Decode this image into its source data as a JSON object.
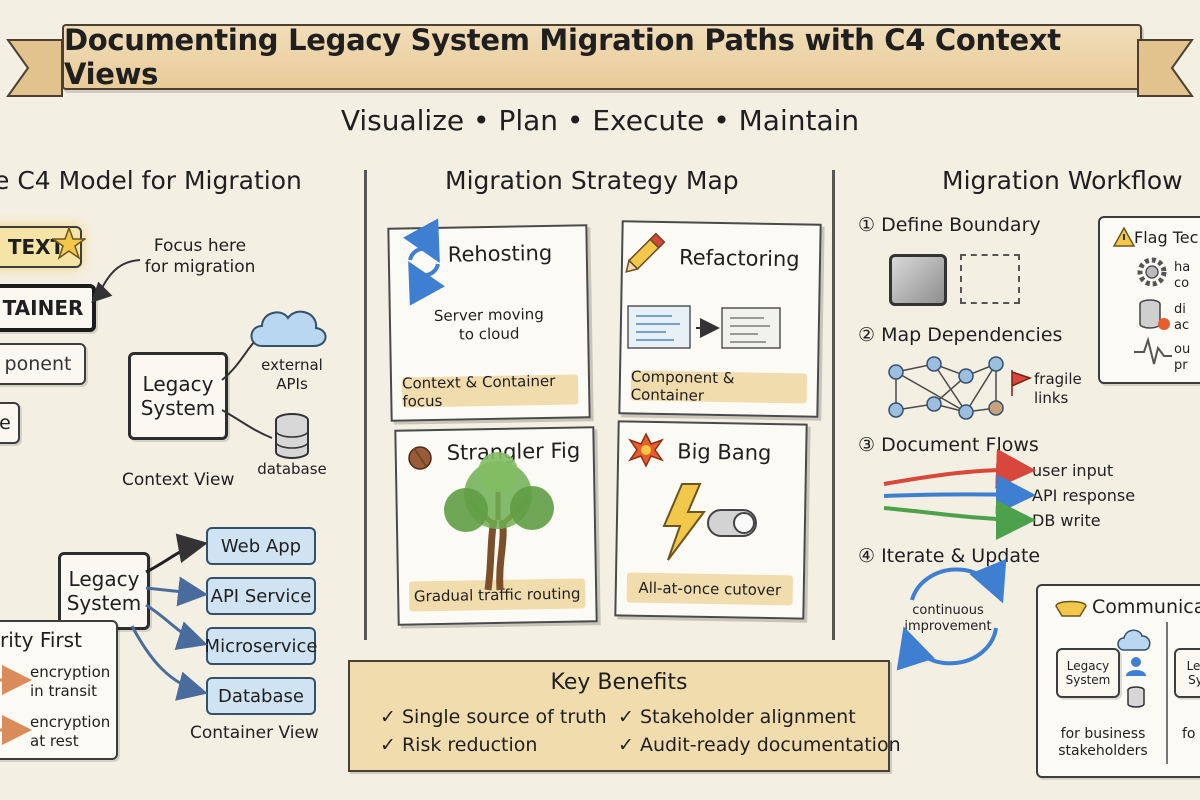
{
  "header": {
    "title": "Documenting Legacy System Migration Paths with C4 Context Views",
    "subtitle": "Visualize • Plan • Execute • Maintain"
  },
  "left": {
    "title": "e C4 Model for Migration",
    "levels": [
      "TEXT",
      "TAINER",
      "ponent",
      "e"
    ],
    "focus_note": "Focus here\nfor migration",
    "context_view": {
      "system": "Legacy\nSystem",
      "external": "external\nAPIs",
      "database": "database",
      "caption": "Context View"
    },
    "container_view": {
      "system": "Legacy\nSystem",
      "containers": [
        "Web App",
        "API Service",
        "Microservice",
        "Database"
      ],
      "caption": "Container View"
    },
    "security": {
      "title": "rity First",
      "items": [
        "encryption\nin transit",
        "encryption\nat rest"
      ]
    }
  },
  "middle": {
    "title": "Migration Strategy Map",
    "cards": [
      {
        "title": "Rehosting",
        "body": "Server moving\nto cloud",
        "foot": "Context & Container focus"
      },
      {
        "title": "Refactoring",
        "body": "",
        "foot": "Component & Container"
      },
      {
        "title": "Strangler Fig",
        "body": "",
        "foot": "Gradual traffic routing"
      },
      {
        "title": "Big Bang",
        "body": "",
        "foot": "All-at-once cutover"
      }
    ],
    "benefits": {
      "title": "Key Benefits",
      "items": [
        "✓ Single source of truth",
        "✓ Stakeholder alignment",
        "✓ Risk reduction",
        "✓ Audit-ready documentation"
      ]
    }
  },
  "right": {
    "title": "Migration Workflow",
    "steps": [
      {
        "label": "① Define Boundary"
      },
      {
        "label": "② Map Dependencies",
        "note": "fragile\nlinks"
      },
      {
        "label": "③ Document Flows",
        "flows": [
          "user input",
          "API response",
          "DB write"
        ]
      },
      {
        "label": "④ Iterate & Update",
        "cycle": "continuous\nimprovement"
      }
    ],
    "flag": {
      "title": "Flag Tec",
      "items": [
        "ha\nco",
        "di\nac",
        "ou\npr"
      ]
    },
    "communicate": {
      "title": "Communicat",
      "system_a": "Legacy\nSystem",
      "system_b": "Lega\nSyst",
      "note_a": "for business\nstakeholders",
      "note_b": "fo"
    }
  },
  "colors": {
    "background": "#f4efe3",
    "banner": "#ecd3a6",
    "highlight": "#f1dcae",
    "pill": "#cfe3f3",
    "flow_red": "#d8473b",
    "flow_blue": "#3f7fd1",
    "flow_green": "#4ea14c"
  }
}
